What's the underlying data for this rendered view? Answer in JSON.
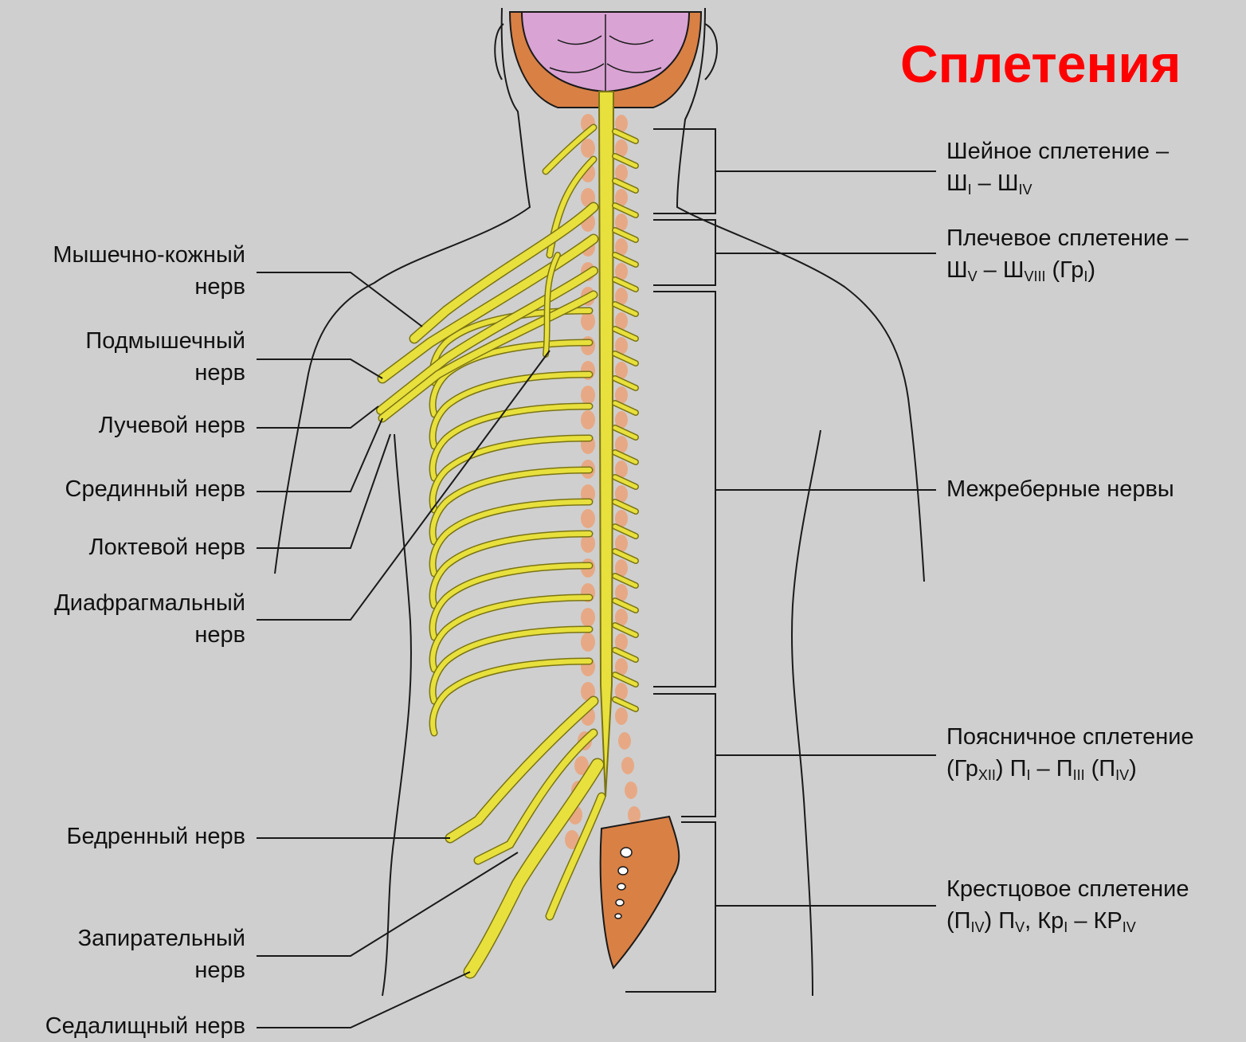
{
  "title": "Сплетения",
  "left_labels": [
    {
      "id": "musculocutaneous",
      "lines": [
        "Мышечно-кожный",
        "нерв"
      ]
    },
    {
      "id": "axillary",
      "lines": [
        "Подмышечный",
        "нерв"
      ]
    },
    {
      "id": "radial",
      "lines": [
        "Лучевой нерв"
      ]
    },
    {
      "id": "median",
      "lines": [
        "Срединный нерв"
      ]
    },
    {
      "id": "ulnar",
      "lines": [
        "Локтевой нерв"
      ]
    },
    {
      "id": "phrenic",
      "lines": [
        "Диафрагмальный",
        "нерв"
      ]
    },
    {
      "id": "femoral",
      "lines": [
        "Бедренный нерв"
      ]
    },
    {
      "id": "obturator",
      "lines": [
        "Запирательный",
        "нерв"
      ]
    },
    {
      "id": "sciatic",
      "lines": [
        "Седалищный нерв"
      ]
    }
  ],
  "right_labels": {
    "cervical": {
      "line1": "Шейное сплетение –",
      "line2": "Ш<sub>I</sub> – Ш<sub>IV</sub>"
    },
    "brachial": {
      "line1": "Плечевое сплетение –",
      "line2": "Ш<sub>V</sub> – Ш<sub>VIII</sub> (Гр<sub>I</sub>)"
    },
    "intercostal": {
      "line1": "Межреберные нервы"
    },
    "lumbar": {
      "line1": "Поясничное сплетение",
      "line2": "(Гр<sub>XII</sub>) П<sub>I</sub> – П<sub>III</sub>  (П<sub>IV</sub>)"
    },
    "sacral": {
      "line1": "Крестцовое сплетение",
      "line2": "(П<sub>IV</sub>) П<sub>V</sub>, Кр<sub>I</sub> – КР<sub>IV</sub>"
    }
  },
  "colors": {
    "background": "#cfcfcf",
    "nerve": "#e8e03c",
    "nerve_outline": "#7a7414",
    "ganglion": "#e7a985",
    "bone": "#d97c46",
    "brain": "#d9a3d4",
    "title": "#ff0000"
  }
}
